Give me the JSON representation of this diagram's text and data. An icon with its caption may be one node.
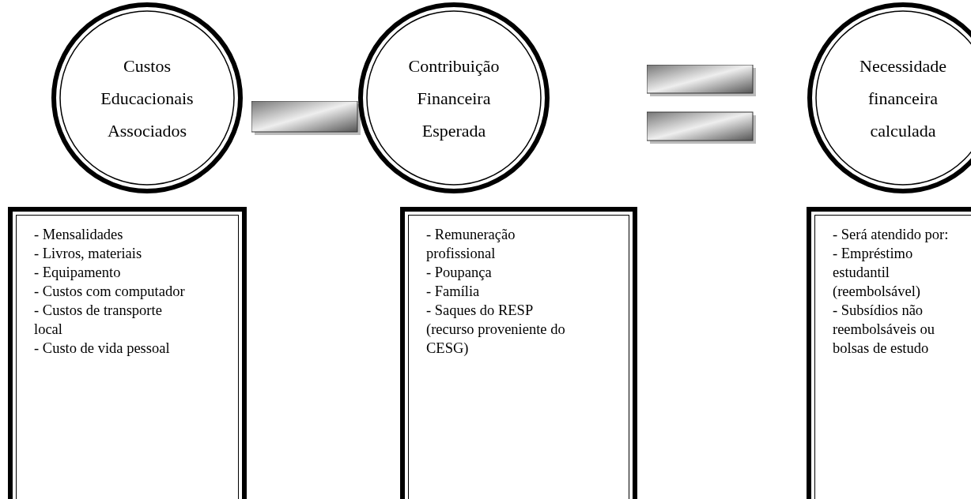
{
  "diagram": {
    "nodes": [
      {
        "text": [
          "Custos Educacionais Associados"
        ]
      },
      {
        "text": [
          "Contribuição Financeira Esperada"
        ]
      },
      {
        "text": [
          "Necessidade financeira calculada"
        ]
      },
      {
        "text": [
          "- Mensalidades",
          "- Livros, materiais",
          "- Equipamento",
          "- Custos com computador",
          "- Custos de transporte local",
          "- Custo de vida pessoal"
        ]
      },
      {
        "text": [
          "- Remuneração profissional",
          "- Poupança",
          "- Família",
          "- Saques do RESP (recurso proveniente do CESG)"
        ]
      },
      {
        "text": [
          "- Será atendido por:",
          "- Empréstimo estudantil (reembolsável)",
          "- Subsídios não reembolsáveis ou bolsas de estudo"
        ]
      }
    ]
  }
}
